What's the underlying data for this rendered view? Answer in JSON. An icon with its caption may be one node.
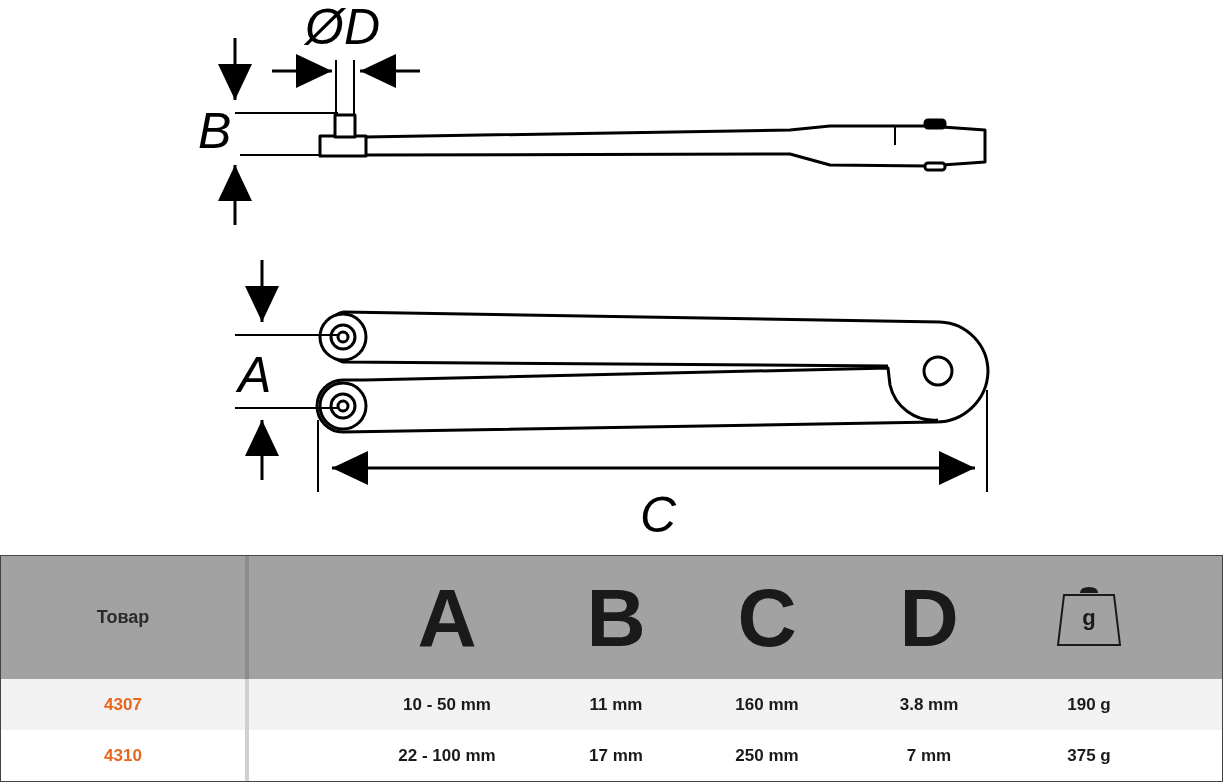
{
  "diagram": {
    "labels": [
      "ØD",
      "B",
      "A",
      "C",
      "Товар",
      "A",
      "B",
      "C",
      "D",
      "g",
      "4307",
      "10 - 50 mm",
      "11 mm",
      "160 mm",
      "3.8 mm",
      "190 g",
      "4310",
      "22 - 100 mm",
      "17 mm",
      "250 mm",
      "7 mm",
      "375 g"
    ]
  }
}
